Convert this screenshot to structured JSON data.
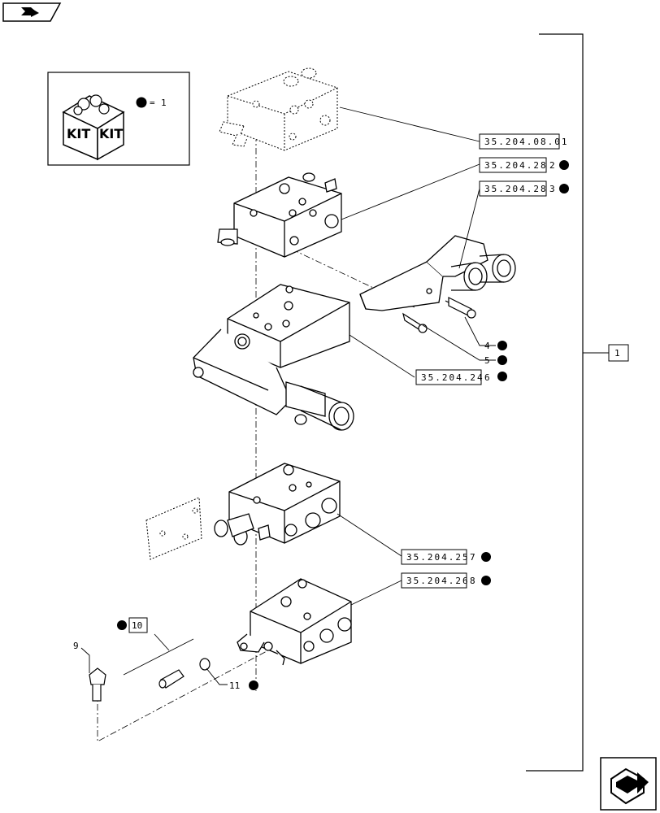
{
  "nav": {
    "prev_icon": "arrow-prev-icon",
    "next_icon": "arrow-next-icon"
  },
  "kit": {
    "label_left": "KIT",
    "label_right": "KIT",
    "legend_equals": "=",
    "legend_value": "1"
  },
  "refs": [
    {
      "code": "35.204.08.01",
      "num": ""
    },
    {
      "code": "35.204.28",
      "num": "2"
    },
    {
      "code": "35.204.28",
      "num": "3"
    },
    {
      "code": "35.204.24",
      "num": "6"
    },
    {
      "code": "35.204.25",
      "num": "7"
    },
    {
      "code": "35.204.26",
      "num": "8"
    }
  ],
  "callouts": {
    "c4": "4",
    "c5": "5",
    "c9": "9",
    "c10": "10",
    "c11": "11",
    "assembly": "1"
  }
}
